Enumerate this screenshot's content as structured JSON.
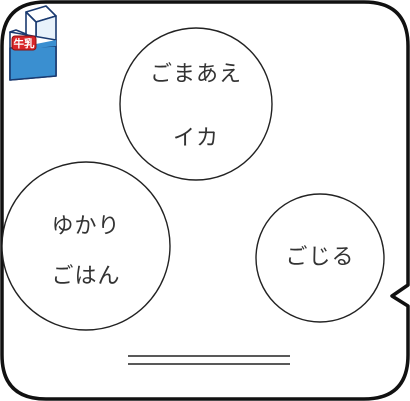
{
  "milk": {
    "label": "牛乳"
  },
  "dishes": [
    {
      "lines": [
        "ごまあえ",
        "イカ"
      ]
    },
    {
      "lines": [
        "ゆかり",
        "ごはん"
      ]
    },
    {
      "lines": [
        "ごじる"
      ]
    }
  ],
  "colors": {
    "frame": "#111111",
    "milk_blue": "#3a8fd0",
    "milk_red": "#d8262a",
    "text": "#333333"
  }
}
